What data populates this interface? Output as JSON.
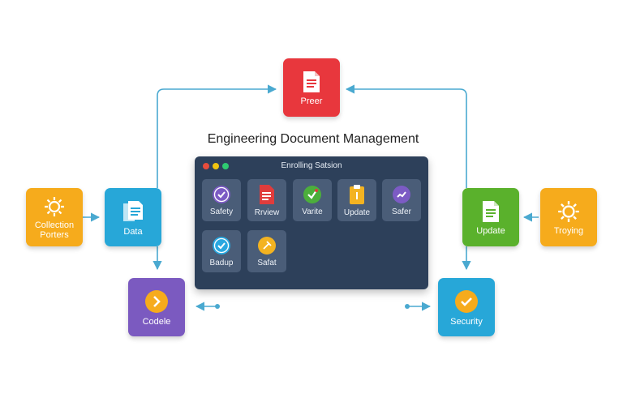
{
  "title": "Engineering Document Management",
  "window": {
    "title": "Enrolling Satsion",
    "dot_colors": [
      "#e74c3c",
      "#f1c40f",
      "#2ecc71"
    ],
    "tiles": [
      {
        "label": "Safety",
        "icon": "check-circle-icon",
        "color": "#7c5bc4"
      },
      {
        "label": "Rrview",
        "icon": "document-icon",
        "color": "#e03c3c"
      },
      {
        "label": "Varite",
        "icon": "checkmark-badge-icon",
        "color": "#4cae3c"
      },
      {
        "label": "Update",
        "icon": "clipboard-icon",
        "color": "#f3b321"
      },
      {
        "label": "Safer",
        "icon": "trend-check-icon",
        "color": "#7c5bc4"
      },
      {
        "label": "Badup",
        "icon": "check-circle-icon",
        "color": "#29a8e0"
      },
      {
        "label": "Safat",
        "icon": "pen-nib-icon",
        "color": "#f3b321"
      }
    ]
  },
  "nodes": {
    "top": {
      "label": "Preer",
      "icon": "document-icon",
      "color": "#e8373d"
    },
    "collection": {
      "label": "Collection\nPorters",
      "icon": "gear-icon",
      "color": "#f6ab1c"
    },
    "data": {
      "label": "Data",
      "icon": "documents-icon",
      "color": "#27a7d8"
    },
    "codele": {
      "label": "Codele",
      "icon": "chevron-right-circle-icon",
      "color": "#7b5ac0"
    },
    "update": {
      "label": "Update",
      "icon": "document-icon",
      "color": "#5ab12c"
    },
    "troying": {
      "label": "Troying",
      "icon": "gear-icon",
      "color": "#f6ab1c"
    },
    "security": {
      "label": "Security",
      "icon": "check-circle-icon",
      "color": "#27a7d8"
    }
  },
  "connector_color": "#4aa9d0"
}
